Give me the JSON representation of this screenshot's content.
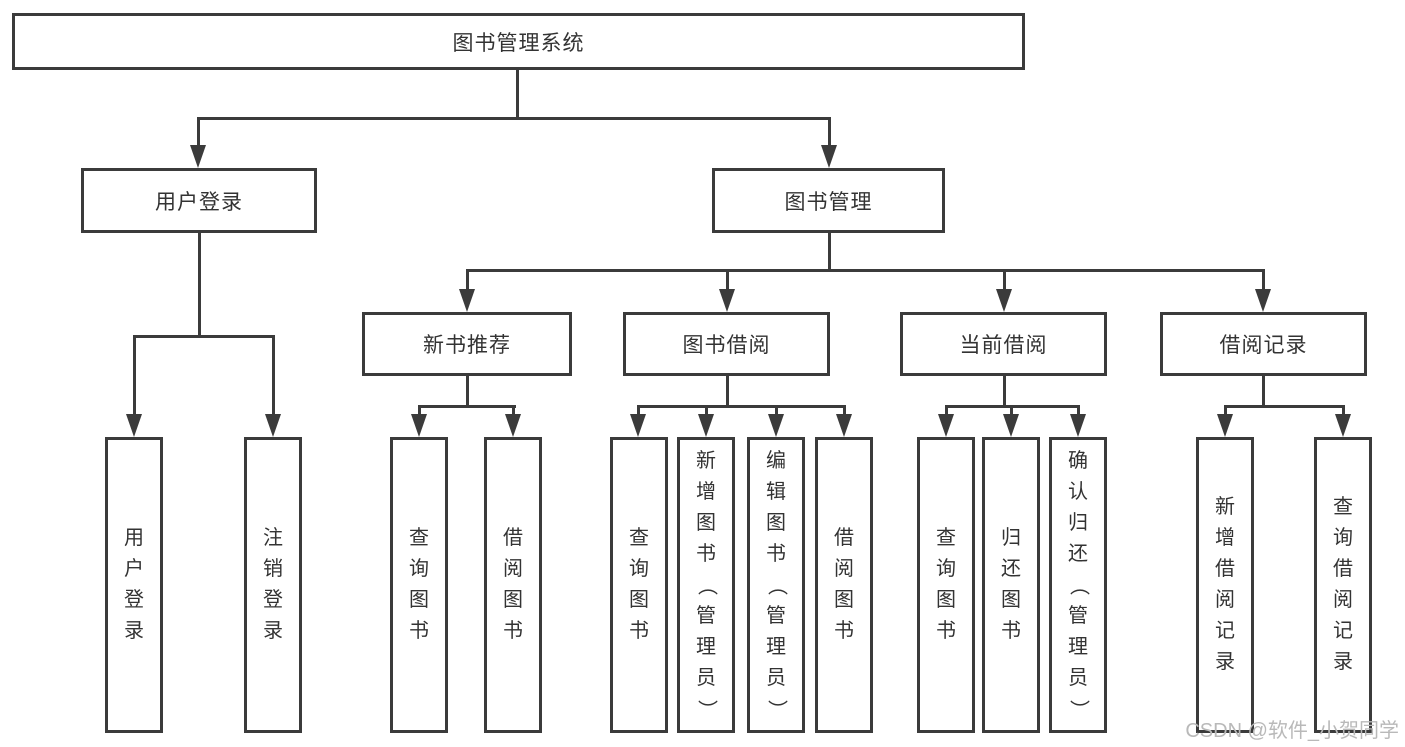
{
  "diagram": {
    "title": "图书管理系统",
    "watermark": "CSDN @软件_小贺同学",
    "colors": {
      "line": "#3b3b3b",
      "text": "#333333",
      "background": "#ffffff",
      "watermark": "#b9b9b9"
    },
    "nodes": {
      "root": {
        "label": "图书管理系统"
      },
      "user_login": {
        "label": "用户登录"
      },
      "book_mgmt": {
        "label": "图书管理"
      },
      "new_books": {
        "label": "新书推荐"
      },
      "book_borrow": {
        "label": "图书借阅"
      },
      "current_borrow": {
        "label": "当前借阅"
      },
      "borrow_records": {
        "label": "借阅记录"
      },
      "leaf_user_login": {
        "label": "用户登录"
      },
      "leaf_logout": {
        "label": "注销登录"
      },
      "leaf_nb_query": {
        "label": "查询图书"
      },
      "leaf_nb_borrow": {
        "label": "借阅图书"
      },
      "leaf_bb_query": {
        "label": "查询图书"
      },
      "leaf_bb_add": {
        "label": "新增图书（管理员）"
      },
      "leaf_bb_edit": {
        "label": "编辑图书（管理员）"
      },
      "leaf_bb_borrow": {
        "label": "借阅图书"
      },
      "leaf_cb_query": {
        "label": "查询图书"
      },
      "leaf_cb_return": {
        "label": "归还图书"
      },
      "leaf_cb_confirm": {
        "label": "确认归还（管理员）"
      },
      "leaf_br_add": {
        "label": "新增借阅记录"
      },
      "leaf_br_query": {
        "label": "查询借阅记录"
      }
    }
  }
}
